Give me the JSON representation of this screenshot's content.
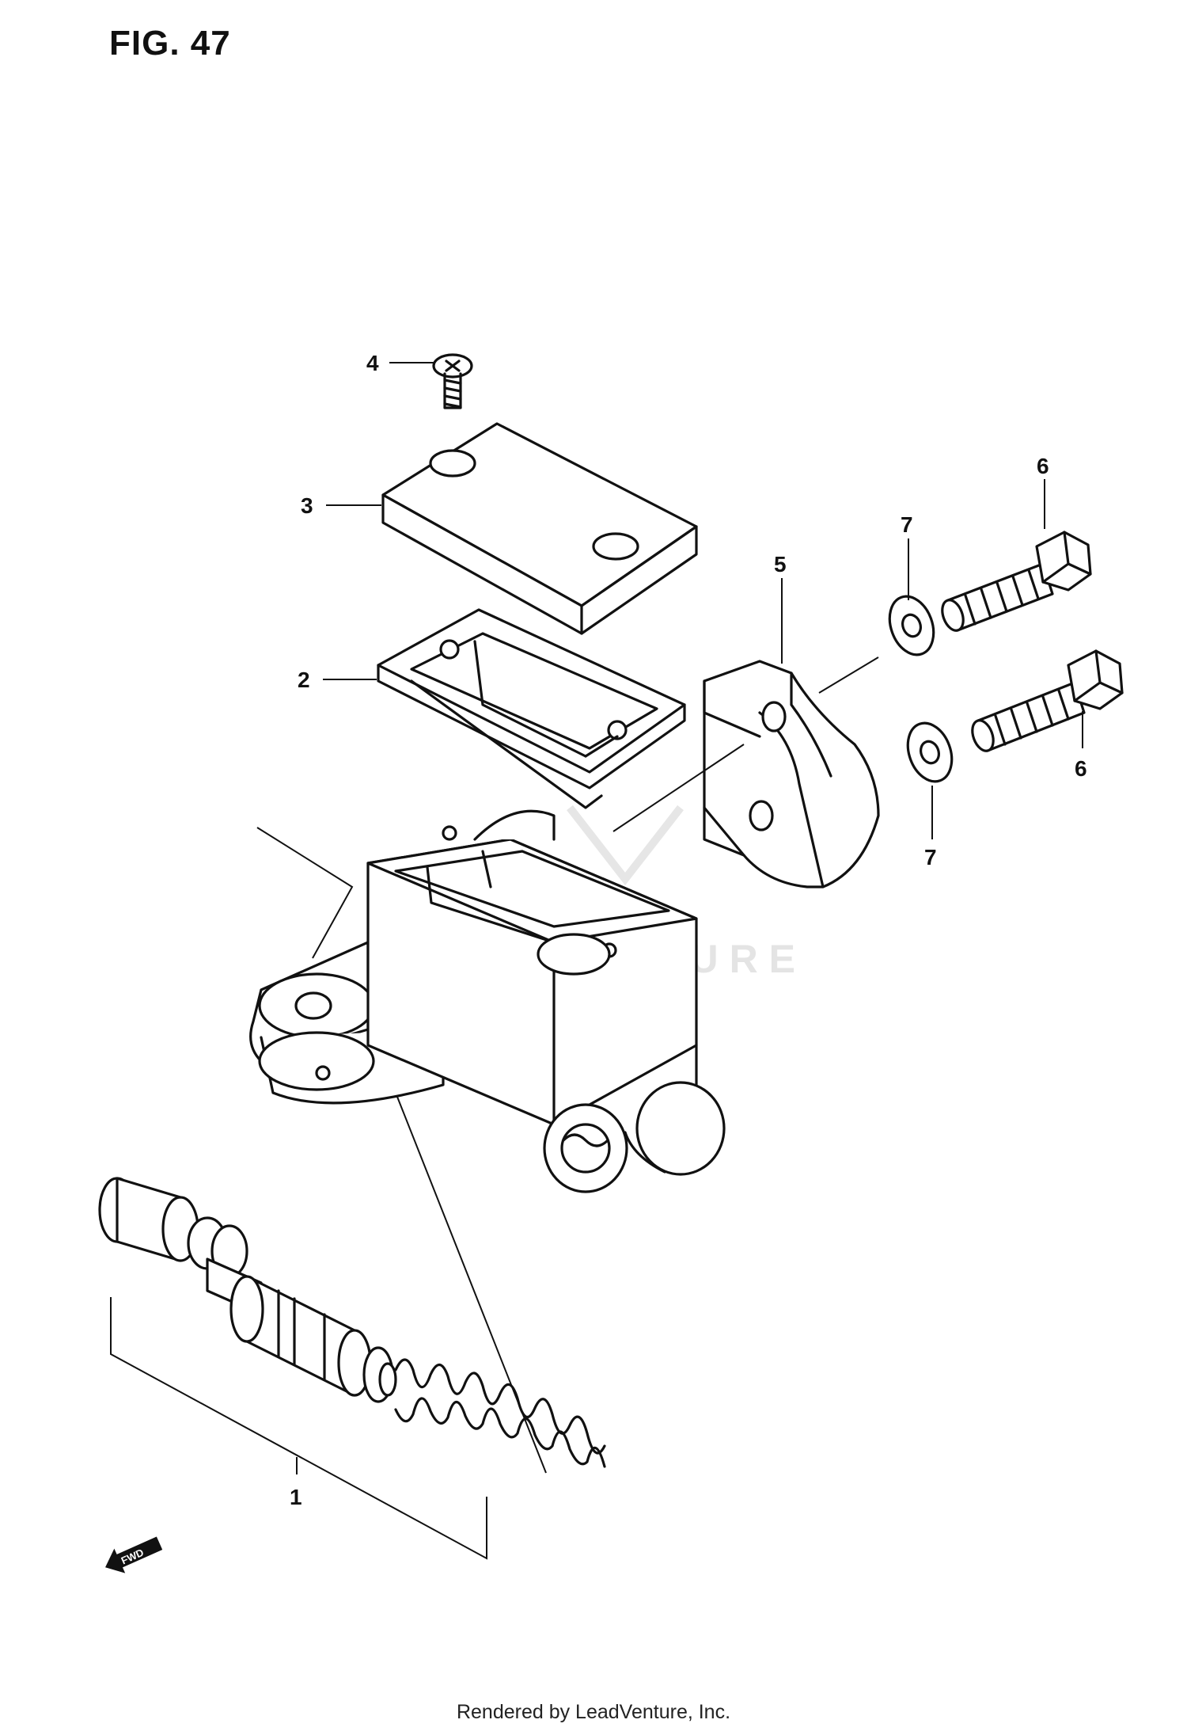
{
  "figure": {
    "title": "FIG. 47",
    "footer": "Rendered by LeadVenture, Inc.",
    "watermark": "LEADVENTURE"
  },
  "callouts": [
    {
      "id": "1",
      "label": "1"
    },
    {
      "id": "2",
      "label": "2"
    },
    {
      "id": "3",
      "label": "3"
    },
    {
      "id": "4",
      "label": "4"
    },
    {
      "id": "5",
      "label": "5"
    },
    {
      "id": "6a",
      "label": "6"
    },
    {
      "id": "6b",
      "label": "6"
    },
    {
      "id": "7a",
      "label": "7"
    },
    {
      "id": "7b",
      "label": "7"
    }
  ],
  "direction_marker": {
    "label": "FWD"
  },
  "colors": {
    "line": "#111111",
    "background": "#ffffff",
    "watermark": "#e4e4e4"
  }
}
